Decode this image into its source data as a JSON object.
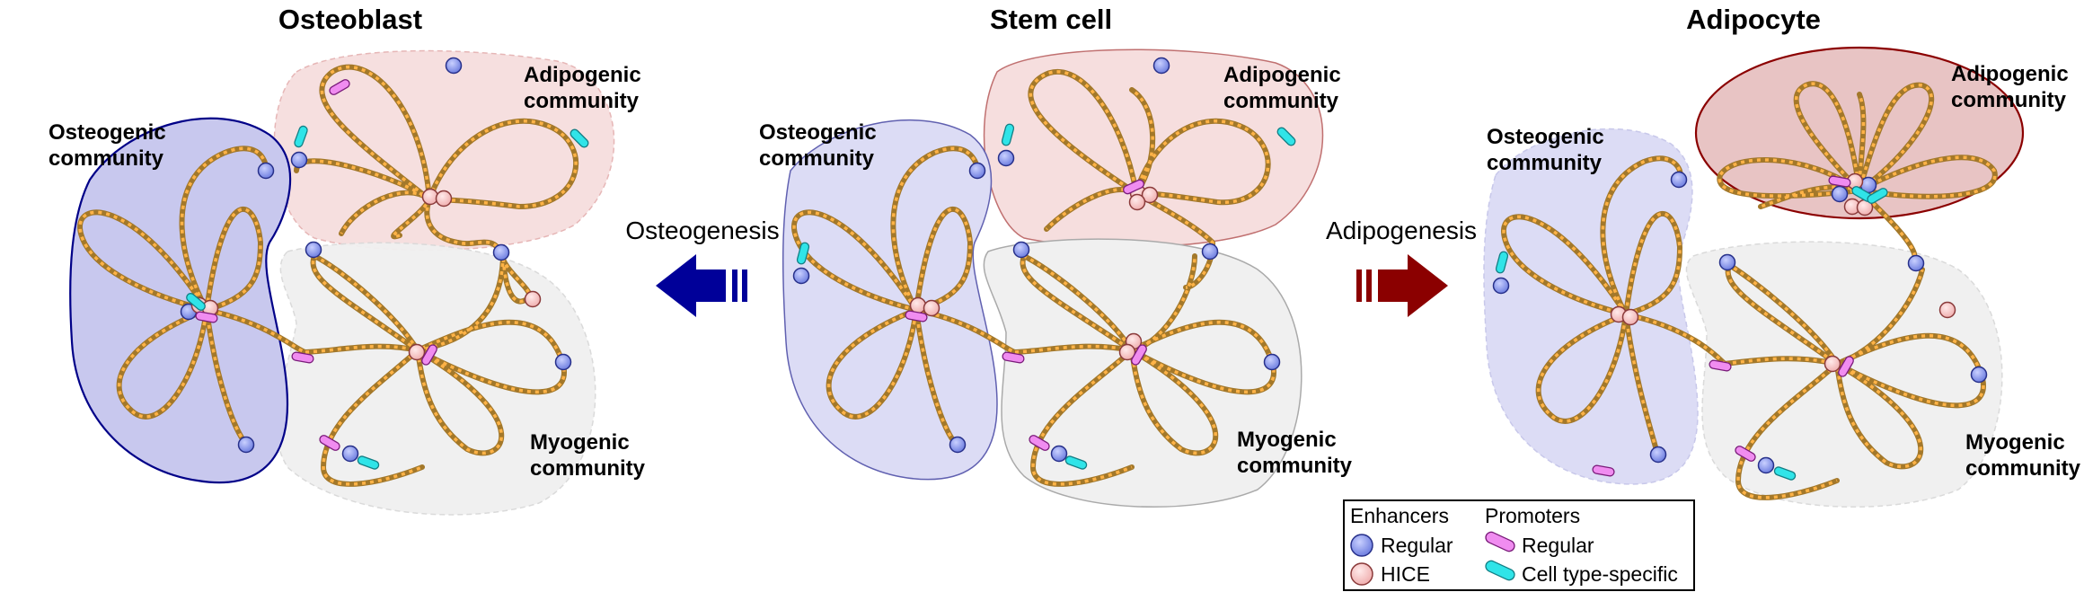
{
  "titles": {
    "left": "Osteoblast",
    "center": "Stem cell",
    "right": "Adipocyte"
  },
  "labels": {
    "osteogenic": [
      "Osteogenic",
      "community"
    ],
    "adipogenic": [
      "Adipogenic",
      "community"
    ],
    "myogenic": [
      "Myogenic",
      "community"
    ]
  },
  "arrows": {
    "left_label": "Osteogenesis",
    "right_label": "Adipogenesis",
    "left_color": "#000099",
    "right_color": "#8b0000"
  },
  "legend": {
    "enhancers_header": "Enhancers",
    "promoters_header": "Promoters",
    "enhancer_regular": "Regular",
    "enhancer_hice": "HICE",
    "promoter_regular": "Regular",
    "promoter_specific": "Cell type-specific"
  },
  "colors": {
    "osteogenic_fill": "#dcdcf5",
    "osteogenic_dark_fill": "#c5c5ea",
    "osteogenic_stroke": "#000088",
    "adipogenic_fill": "#f6dede",
    "adipogenic_dark_fill": "#e8c1c1",
    "adipogenic_stroke": "#8b0000",
    "myogenic_fill": "#f0f0f0",
    "enhancer_regular": "#8f9bf0",
    "enhancer_hice": "#f8c8c8",
    "promoter_regular": "#ee82ee",
    "promoter_specific": "#22dde0",
    "chromatin": "#c8902e"
  }
}
